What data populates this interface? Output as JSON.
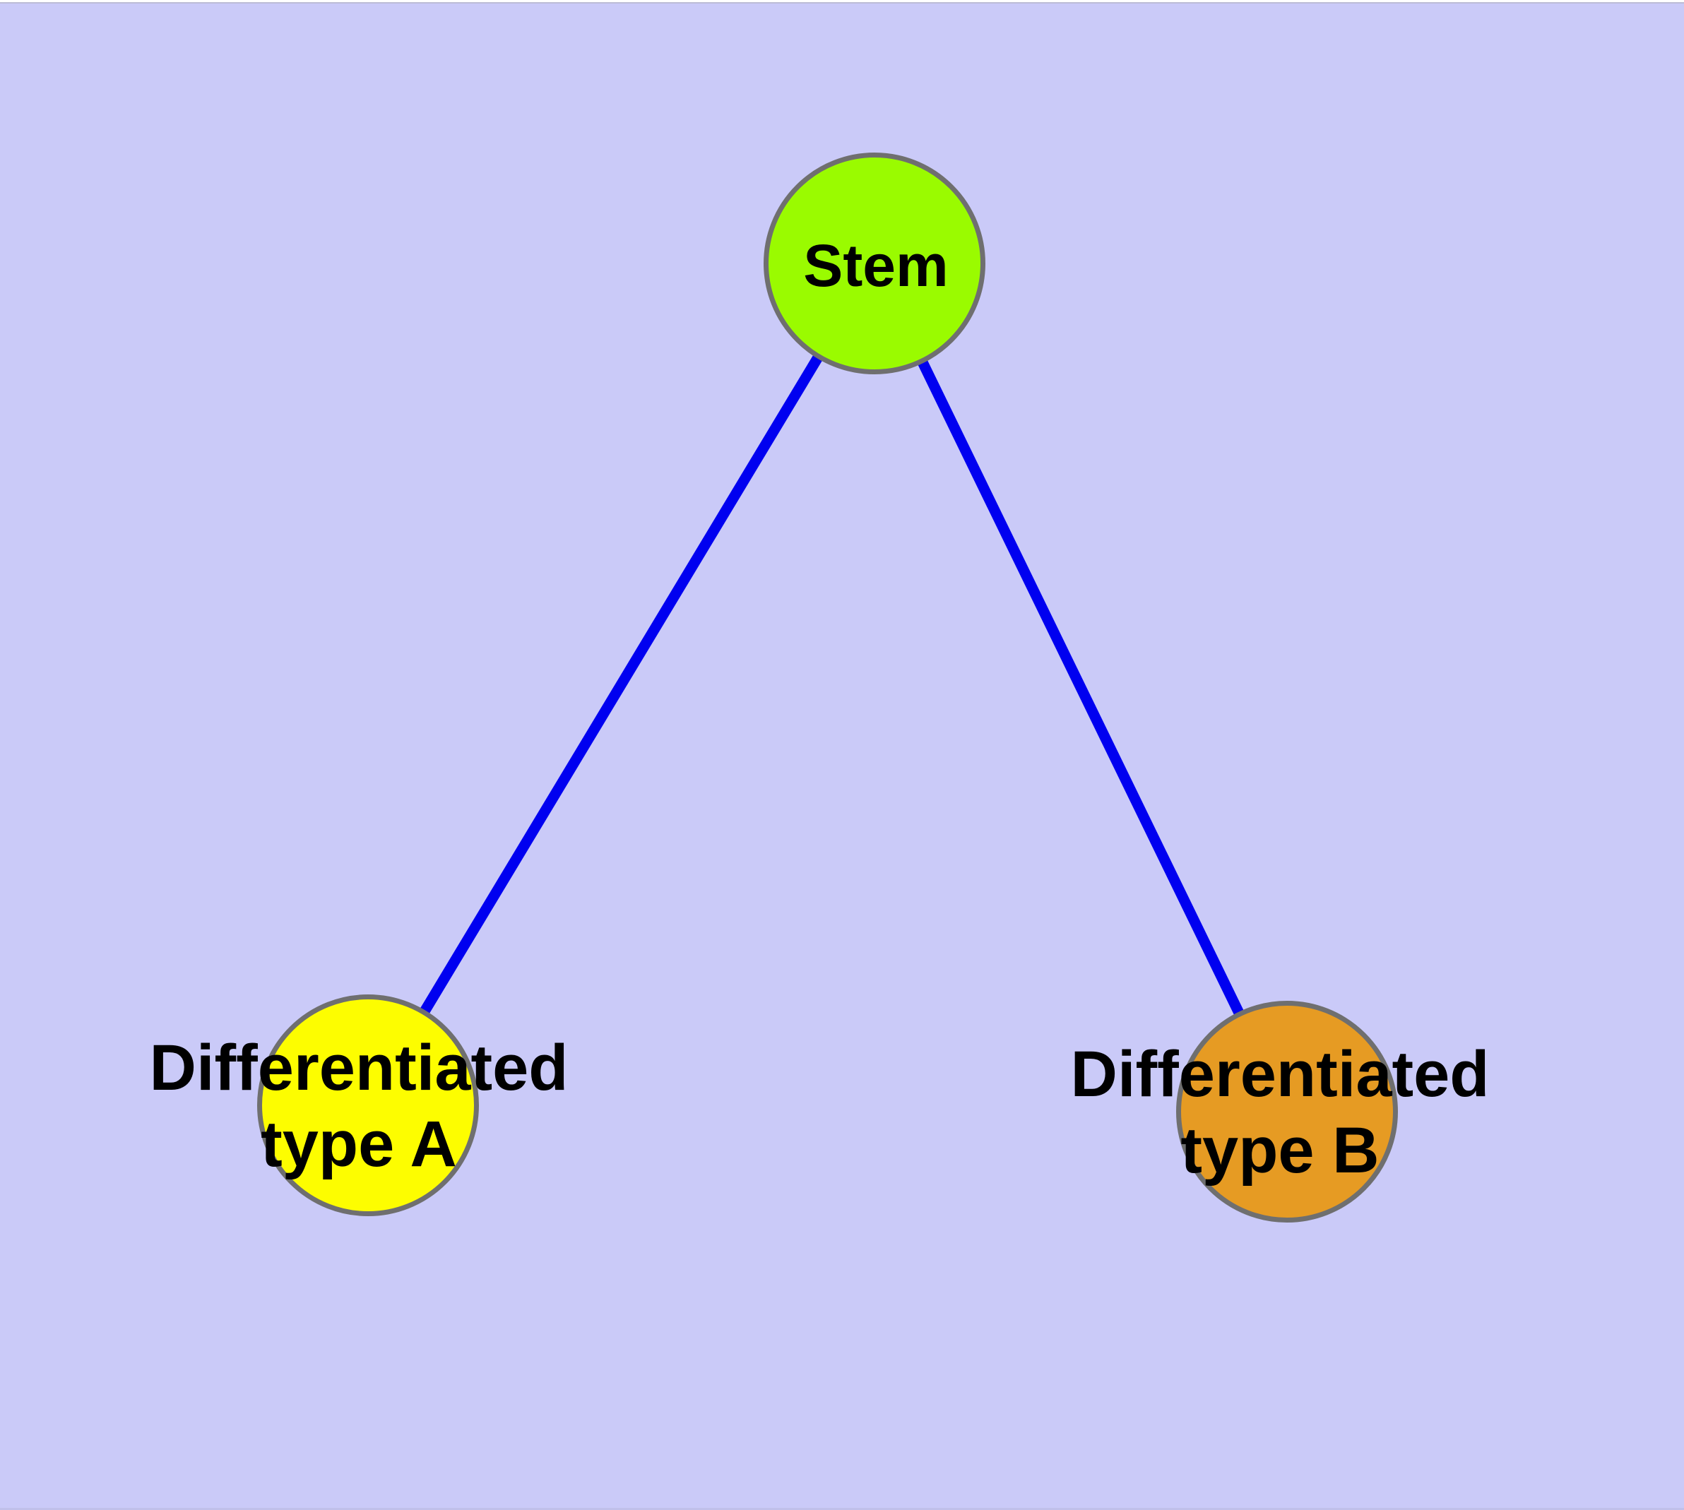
{
  "diagram": {
    "type": "graph",
    "background_color": "#cacaf8",
    "colors": {
      "edge": "#0000f0",
      "node_border": "#6f6f6f",
      "label_text": "#000000"
    },
    "nodes": {
      "stem": {
        "label": "Stem",
        "fill": "#9afb00"
      },
      "type_a": {
        "label": "Differentiated\ntype A",
        "fill": "#fdfd00"
      },
      "type_b": {
        "label": "Differentiated\ntype B",
        "fill": "#e69b23"
      }
    },
    "edges": [
      {
        "from": "Stem",
        "to": "Differentiated type A"
      },
      {
        "from": "Stem",
        "to": "Differentiated type B"
      }
    ]
  }
}
